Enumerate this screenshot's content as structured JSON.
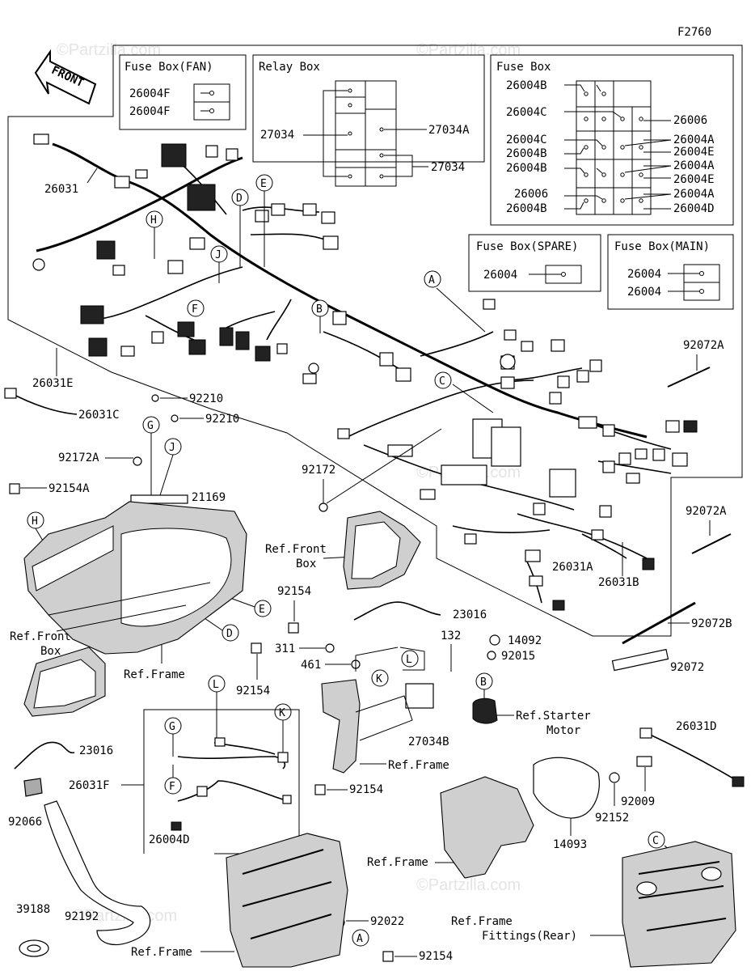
{
  "figure_id": "F2760",
  "front_label": "FRONT",
  "watermark": "©Partzilla.com",
  "boxes": {
    "fuse_fan": {
      "title": "Fuse Box(FAN)",
      "labels": [
        "26004F",
        "26004F"
      ]
    },
    "relay": {
      "title": "Relay Box",
      "labels": [
        "27034",
        "27034A",
        "27034"
      ]
    },
    "fuse": {
      "title": "Fuse Box",
      "labels": [
        "26004B",
        "26004C",
        "26006",
        "26004C",
        "26004A",
        "26004B",
        "26004E",
        "26004B",
        "26004A",
        "26004E",
        "26006",
        "26004A",
        "26004B",
        "26004D"
      ]
    },
    "fuse_spare": {
      "title": "Fuse Box(SPARE)",
      "labels": [
        "26004"
      ]
    },
    "fuse_main": {
      "title": "Fuse Box(MAIN)",
      "labels": [
        "26004",
        "26004"
      ]
    }
  },
  "callouts": [
    "A",
    "B",
    "C",
    "D",
    "E",
    "F",
    "G",
    "H",
    "J",
    "K",
    "L"
  ],
  "parts": {
    "p26031": "26031",
    "p26031E": "26031E",
    "p26031C": "26031C",
    "p92210a": "92210",
    "p92210b": "92210",
    "p92172A": "92172A",
    "p92154A": "92154A",
    "p21169": "21169",
    "p92172": "92172",
    "p92072A_1": "92072A",
    "p92072A_2": "92072A",
    "p26031A": "26031A",
    "p26031B": "26031B",
    "p23016_1": "23016",
    "p92154_1": "92154",
    "p92072B": "92072B",
    "p14092": "14092",
    "p92015": "92015",
    "p132": "132",
    "p311": "311",
    "p461": "461",
    "p92154_2": "92154",
    "p92072": "92072",
    "p27034B": "27034B",
    "p26031D": "26031D",
    "p23016_2": "23016",
    "p26031F": "26031F",
    "p92154_3": "92154",
    "p26004D": "26004D",
    "p92066": "92066",
    "p92009": "92009",
    "p92152": "92152",
    "p14093": "14093",
    "p39188": "39188",
    "p92192": "92192",
    "p92022": "92022",
    "p92154_4": "92154"
  },
  "refs": {
    "front_box_1": "Ref.Front",
    "front_box_1b": "Box",
    "front_box_2": "Ref.Front",
    "front_box_2b": "Box",
    "frame_1": "Ref.Frame",
    "frame_2": "Ref.Frame",
    "frame_3": "Ref.Frame",
    "frame_4": "Ref.Frame",
    "frame_5": "Ref.Frame",
    "starter_1": "Ref.Starter",
    "starter_2": "Motor",
    "fittings": "Fittings(Rear)"
  }
}
